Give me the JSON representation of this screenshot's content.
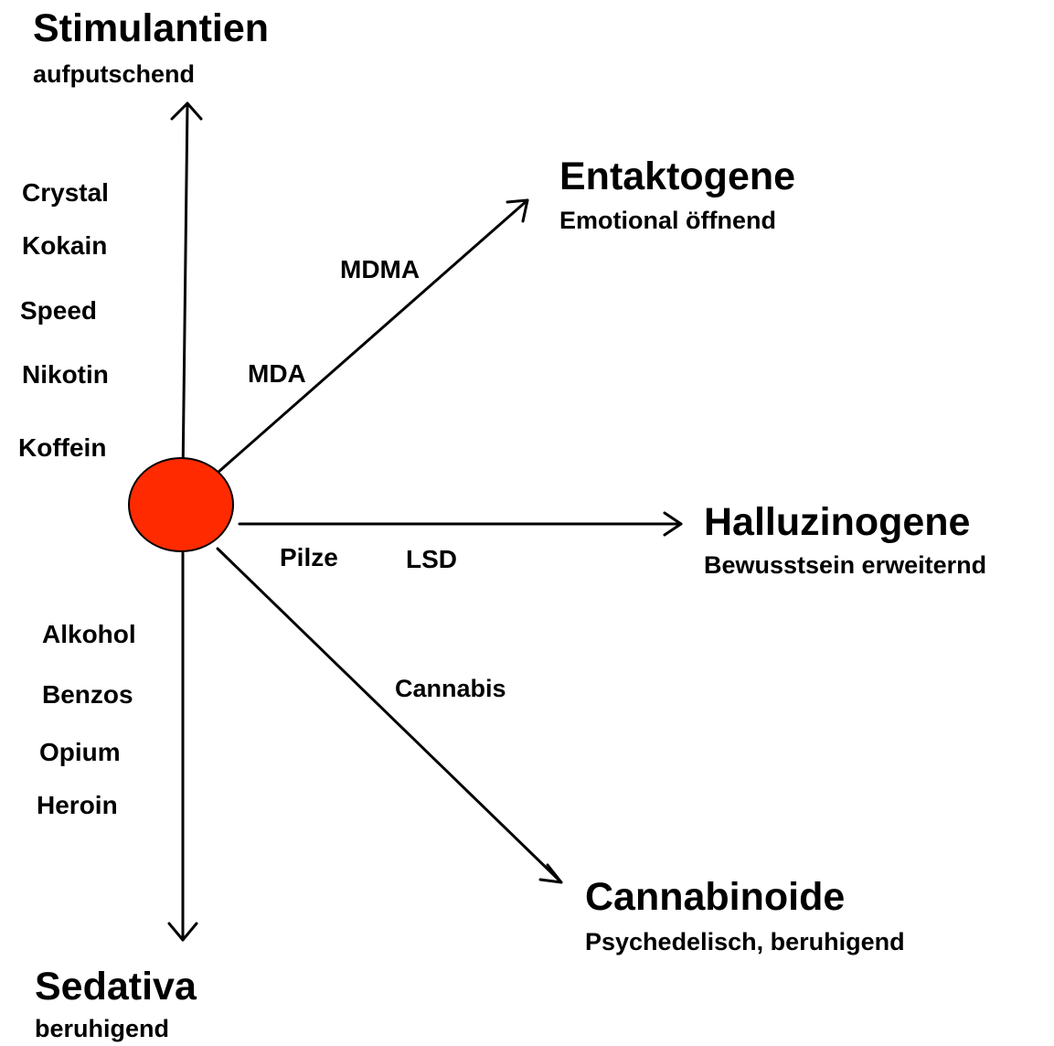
{
  "colors": {
    "center_fill": "#ff2a00",
    "line": "#000000",
    "text": "#000000"
  },
  "categories": {
    "stimulantien": {
      "title": "Stimulantien",
      "subtitle": "aufputschend"
    },
    "entaktogene": {
      "title": "Entaktogene",
      "subtitle": "Emotional öffnend"
    },
    "halluzinogene": {
      "title": "Halluzinogene",
      "subtitle": "Bewusstsein erweiternd"
    },
    "cannabinoide": {
      "title": "Cannabinoide",
      "subtitle": "Psychedelisch, beruhigend"
    },
    "sedativa": {
      "title": "Sedativa",
      "subtitle": "beruhigend"
    }
  },
  "substances": {
    "stimulants": [
      "Crystal",
      "Kokain",
      "Speed",
      "Nikotin",
      "Koffein"
    ],
    "entactogens": [
      "MDMA",
      "MDA"
    ],
    "hallucinogens": [
      "Pilze",
      "LSD"
    ],
    "cannabinoids": [
      "Cannabis"
    ],
    "sedatives": [
      "Alkohol",
      "Benzos",
      "Opium",
      "Heroin"
    ]
  }
}
